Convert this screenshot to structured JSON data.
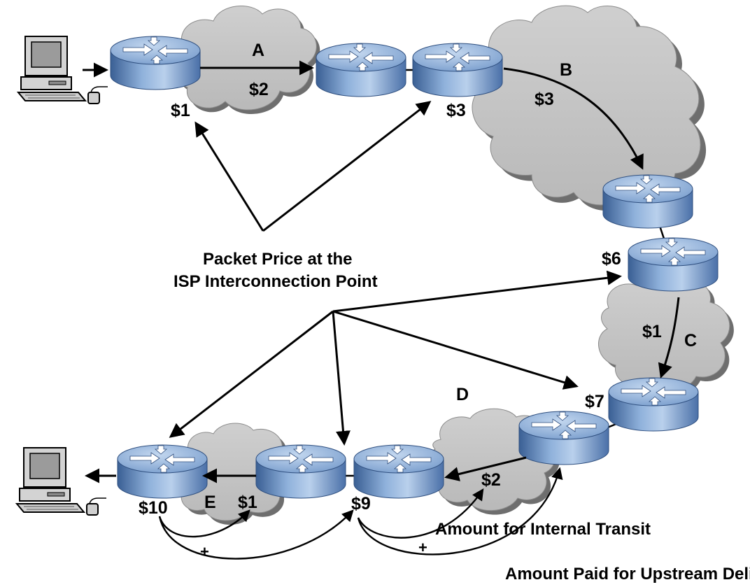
{
  "colors": {
    "cloud_fill": "#c4c4c4",
    "cloud_shadow": "#6e6e6e",
    "router_body": "#6f95c7",
    "router_top": "#a6c3e4",
    "router_dark": "#3a5f94",
    "computer_body": "#cfcfcf"
  },
  "clouds": {
    "a": "A",
    "b": "B",
    "c": "C",
    "d": "D",
    "e": "E"
  },
  "prices": {
    "router_1": "$1",
    "link_a": "$2",
    "router_3": "$3",
    "link_b": "$3",
    "router_6": "$6",
    "link_c": "$1",
    "router_7": "$7",
    "link_d": "$2",
    "router_9": "$9",
    "link_e": "$1",
    "router_10": "$10"
  },
  "captions": {
    "interconnection_line1": "Packet Price at the",
    "interconnection_line2": "ISP Interconnection Point",
    "internal_transit": "Amount for Internal Transit",
    "upstream_delivery": "Amount Paid for Upstream Delivery"
  },
  "operators": {
    "plus_left": "+",
    "plus_right": "+"
  },
  "icons": {
    "computer": "computer-icon",
    "router": "router-icon",
    "cloud": "cloud-icon"
  }
}
